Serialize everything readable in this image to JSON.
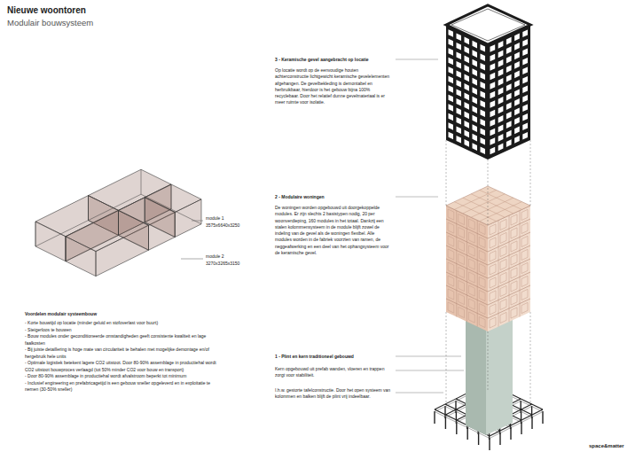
{
  "diagram": {
    "title": "Nieuwe woontoren",
    "labels": [
      "Modulair bouwsysteem",
      "3 - Keramische gevel aangebracht op locatie",
      "Op locatie wordt op de eenvoudige houten achterconstructie lichtgewicht keramische gevelelementen afgehangen. De gevelbekleding is demontabel en herbruikbaar, hierdoor is het gebouw bijna 100% recyclebaar. Door het relatief dunne gevelmateriaal is er meer ruimte voor isolatie.",
      "2 - Modulaire woningen",
      "De woningen worden opgebouwd uit doorgekoppelde modules. Er zijn slechts 2 basistypen nodig, 20 per woonverdieping, 160 modules in het totaal. Dankzij een stalen kolommensysteem in de module blijft zowel de indeling van de gevel als de woningen flexibel. Alle modules worden in de fabriek voorzien van ramen, de neggeafwerking en een deel van het ophangsysteem voor de keramische gevel.",
      "module 1",
      "3575x6640x3250",
      "module 2",
      "3270x3265x3150",
      "Voordelen modulair systeembouw",
      "- Korte bouwtijd op locatie (minder geluid en stofoverlast voor buurt)",
      "- Steigerloos te bouwen",
      "- Bouw modules onder geconditioneerde omstandigheden geeft consistente kwaliteit en lage faalkosten",
      "- Bij juiste detaillering is hoge mate van circulariteit te behalen met mogelijke demontage en/of hergebruik hele units",
      "- Optimale logistiek betekent lagere CO2 uitstoot. Door 80-90% assemblage in productiehal wordt CO2 uitstoot bouwproces verlaagd (tot 50% minder CO2 voor bouw en transport)",
      "- Door 80-90% assemblage in productiehal wordt afvalstroom beperkt tot minimum",
      "- Inclusief engineering en prefabricagetijd is een gebouw sneller opgeleverd en in exploitatie te nemen (30-50% sneller)",
      "1 - Plint en kern traditioneel gebouwd",
      "Kern opgebouwd uit prefab wanden, vloeren en trappen zorgt voor stabiliteit.",
      "I.h.w. gestorte tafelconstructie. Door het open systeem van kolommen en balken blijft de plint vrij indeelbaar.",
      "space&matter"
    ]
  }
}
